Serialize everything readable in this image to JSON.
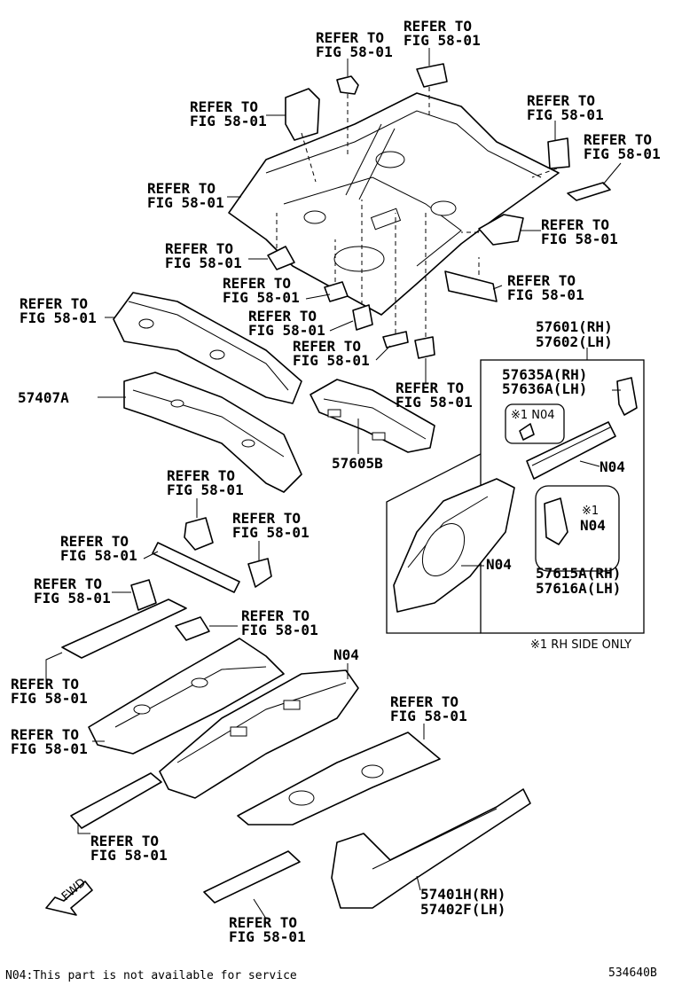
{
  "labels": {
    "refer": "REFER TO",
    "fig": "FIG 58-01",
    "p57407A": "57407A",
    "p57605B": "57605B",
    "p57601": "57601(RH)",
    "p57602": "57602(LH)",
    "p57635A": "57635A(RH)",
    "p57636A": "57636A(LH)",
    "n04": "N04",
    "mark_n04": "※1 N04",
    "mark1": "※1",
    "p57615A": "57615A(RH)",
    "p57616A": "57616A(LH)",
    "rh_note": "※1 RH SIDE ONLY",
    "p57401H": "57401H(RH)",
    "p57402F": "57402F(LH)",
    "fwd": "FWD"
  },
  "footer": {
    "note": "N04:This part is not available for service",
    "code": "534640B"
  },
  "style": {
    "line_color": "#000000",
    "background": "#ffffff"
  }
}
